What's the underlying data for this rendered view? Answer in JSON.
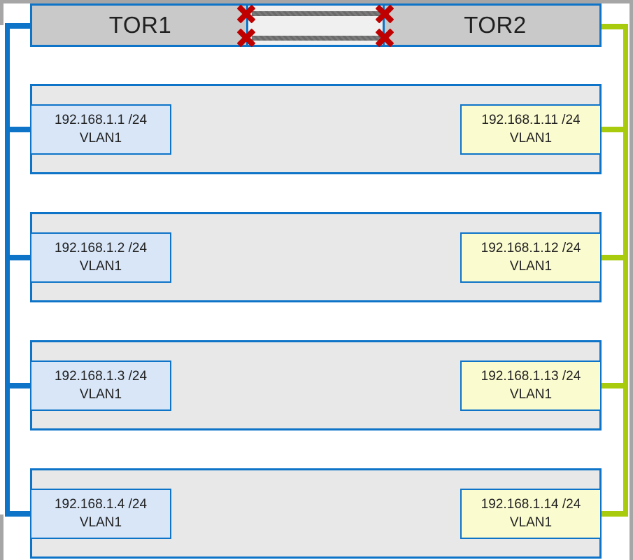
{
  "colors": {
    "accent_blue": "#0D74C8",
    "accent_green": "#A9CB0D",
    "failure_red": "#C00000",
    "tor_fill": "#C9C9C9",
    "link_panel_fill": "#F0F0F0",
    "link_bar": "#707070",
    "server_fill": "#E8E8E8",
    "nic_left_fill": "#D8E6F8",
    "nic_right_fill": "#FBFBD0",
    "frame_gray": "#A6A6A6"
  },
  "tor_switches": [
    {
      "label": "TOR1"
    },
    {
      "label": "TOR2"
    }
  ],
  "inter_tor_links": {
    "count": 2,
    "status": "down"
  },
  "servers": [
    {
      "nic_left": {
        "ip": "192.168.1.1 /24",
        "vlan": "VLAN1"
      },
      "nic_right": {
        "ip": "192.168.1.11 /24",
        "vlan": "VLAN1"
      }
    },
    {
      "nic_left": {
        "ip": "192.168.1.2 /24",
        "vlan": "VLAN1"
      },
      "nic_right": {
        "ip": "192.168.1.12 /24",
        "vlan": "VLAN1"
      }
    },
    {
      "nic_left": {
        "ip": "192.168.1.3 /24",
        "vlan": "VLAN1"
      },
      "nic_right": {
        "ip": "192.168.1.13 /24",
        "vlan": "VLAN1"
      }
    },
    {
      "nic_left": {
        "ip": "192.168.1.4 /24",
        "vlan": "VLAN1"
      },
      "nic_right": {
        "ip": "192.168.1.14 /24",
        "vlan": "VLAN1"
      }
    }
  ]
}
